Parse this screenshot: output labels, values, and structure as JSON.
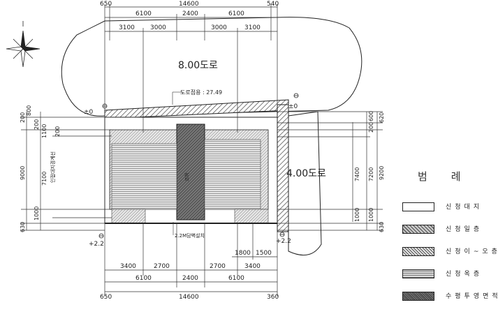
{
  "roads": {
    "north_label": "8.00도로",
    "east_label": "4.00도로",
    "road_elev_label": "도로점용 : 27.49"
  },
  "levels": {
    "nw": "±0",
    "ne": "±0",
    "sw": "+2.2",
    "se": "+2.2"
  },
  "dims_top": {
    "left_offset": "650",
    "total": "14600",
    "right_offset": "540",
    "row2": [
      "6100",
      "2400",
      "6100"
    ],
    "row3": [
      "3100",
      "3000",
      "3000",
      "3100"
    ]
  },
  "dims_bottom": {
    "row1": [
      "3400",
      "2700",
      "2700",
      "3400"
    ],
    "small": [
      "1800",
      "1500"
    ],
    "row2": [
      "6100",
      "2400",
      "6100"
    ],
    "left_offset": "650",
    "total": "14600",
    "right_offset": "360"
  },
  "dims_left": {
    "outer": [
      "200",
      "800",
      "9000",
      "630"
    ],
    "inner": [
      "200",
      "1100",
      "7100",
      "1000",
      "200"
    ]
  },
  "dims_right": {
    "outer": [
      "620",
      "9200",
      "630"
    ],
    "mid": [
      "600",
      "200",
      "7200",
      "1000"
    ],
    "inner": [
      "7400",
      "1000"
    ]
  },
  "notes": {
    "setback": "인접대지경계선",
    "bottom_note": "2.2M담벽설치",
    "core_text": "코어"
  },
  "legend": {
    "title": "범례",
    "items": [
      {
        "label": "신청대지",
        "pattern": "site"
      },
      {
        "label": "신청일층",
        "pattern": "floor1"
      },
      {
        "label": "신청이~오층",
        "pattern": "floor2to5"
      },
      {
        "label": "신청옥층",
        "pattern": "roof"
      },
      {
        "label": "수평투영면적",
        "pattern": "vertical"
      }
    ]
  }
}
